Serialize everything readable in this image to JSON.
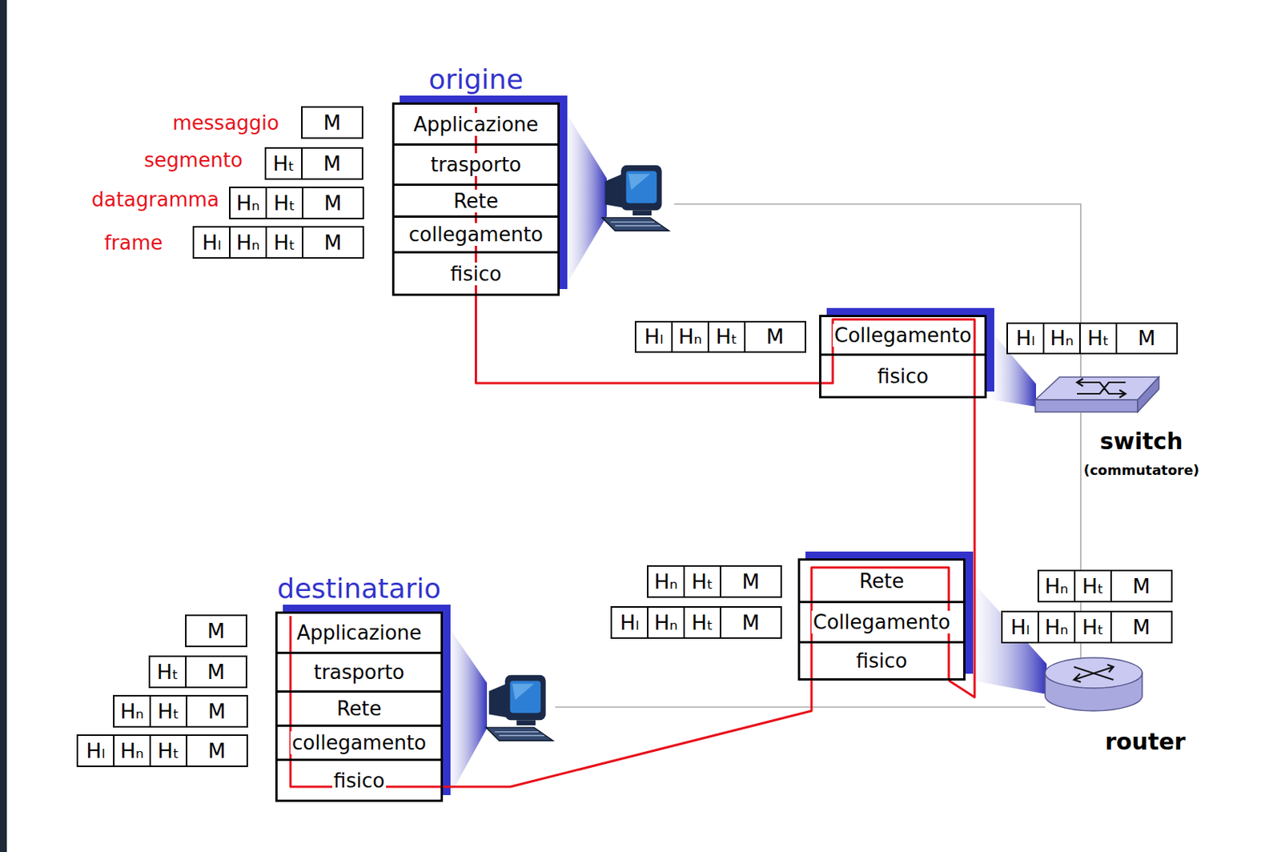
{
  "diagram": {
    "nodes": [
      {
        "text": [
          "origine"
        ]
      },
      {
        "text": [
          "Applicazione"
        ],
        "in": 0
      },
      {
        "text": [
          "trasporto"
        ],
        "in": 0
      },
      {
        "text": [
          "Rete"
        ],
        "in": 0
      },
      {
        "text": [
          "collegamento"
        ],
        "in": 0
      },
      {
        "text": [
          "fisico"
        ],
        "in": 0
      },
      {
        "text": [
          "Collegamento"
        ]
      },
      {
        "text": [
          "fisico"
        ]
      },
      {
        "text": [
          "Rete"
        ]
      },
      {
        "text": [
          "Collegamento"
        ]
      },
      {
        "text": [
          "fisico"
        ]
      },
      {
        "text": [
          "destinatario"
        ]
      },
      {
        "text": [
          "Applicazione"
        ],
        "in": 11
      },
      {
        "text": [
          "trasporto"
        ],
        "in": 11
      },
      {
        "text": [
          "Rete"
        ],
        "in": 11
      },
      {
        "text": [
          "collegamento"
        ],
        "in": 11
      },
      {
        "text": [
          "fisico"
        ],
        "in": 11
      },
      {
        "text": [
          "M"
        ]
      },
      {
        "text": [
          "Hₜ"
        ]
      },
      {
        "text": [
          "M"
        ]
      },
      {
        "text": [
          "Hₙ"
        ]
      },
      {
        "text": [
          "Hₜ"
        ]
      },
      {
        "text": [
          "M"
        ]
      },
      {
        "text": [
          "Hₗ"
        ]
      },
      {
        "text": [
          "Hₙ"
        ]
      },
      {
        "text": [
          "Hₜ"
        ]
      },
      {
        "text": [
          "M"
        ]
      },
      {
        "text": [
          "Hₗ"
        ]
      },
      {
        "text": [
          "Hₙ"
        ]
      },
      {
        "text": [
          "Hₜ"
        ]
      },
      {
        "text": [
          "M"
        ]
      },
      {
        "text": [
          "Hₗ"
        ]
      },
      {
        "text": [
          "Hₙ"
        ]
      },
      {
        "text": [
          "Hₜ"
        ]
      },
      {
        "text": [
          "M"
        ]
      },
      {
        "text": [
          "Hₙ"
        ]
      },
      {
        "text": [
          "Hₜ"
        ]
      },
      {
        "text": [
          "M"
        ]
      },
      {
        "text": [
          "Hₗ"
        ]
      },
      {
        "text": [
          "Hₙ"
        ]
      },
      {
        "text": [
          "Hₜ"
        ]
      },
      {
        "text": [
          "M"
        ]
      },
      {
        "text": [
          "Hₙ"
        ]
      },
      {
        "text": [
          "Hₜ"
        ]
      },
      {
        "text": [
          "M"
        ]
      },
      {
        "text": [
          "Hₗ"
        ]
      },
      {
        "text": [
          "Hₙ"
        ]
      },
      {
        "text": [
          "Hₜ"
        ]
      },
      {
        "text": [
          "M"
        ]
      },
      {
        "text": [
          "M"
        ]
      },
      {
        "text": [
          "Hₜ"
        ]
      },
      {
        "text": [
          "M"
        ]
      },
      {
        "text": [
          "Hₙ"
        ]
      },
      {
        "text": [
          "Hₜ"
        ]
      },
      {
        "text": [
          "M"
        ]
      },
      {
        "text": [
          "Hₗ"
        ]
      },
      {
        "text": [
          "Hₙ"
        ]
      },
      {
        "text": [
          "Hₜ"
        ]
      },
      {
        "text": [
          "M"
        ]
      }
    ],
    "edges": [
      {
        "from": 5,
        "to": 7,
        "arrow": "none"
      },
      {
        "from": 7,
        "to": 10,
        "arrow": "none"
      },
      {
        "from": 10,
        "to": 16,
        "arrow": "none"
      }
    ],
    "labels": [
      "messaggio",
      "segmento",
      "datagramma",
      "frame",
      "switch",
      "(commutatore)",
      "router"
    ]
  }
}
